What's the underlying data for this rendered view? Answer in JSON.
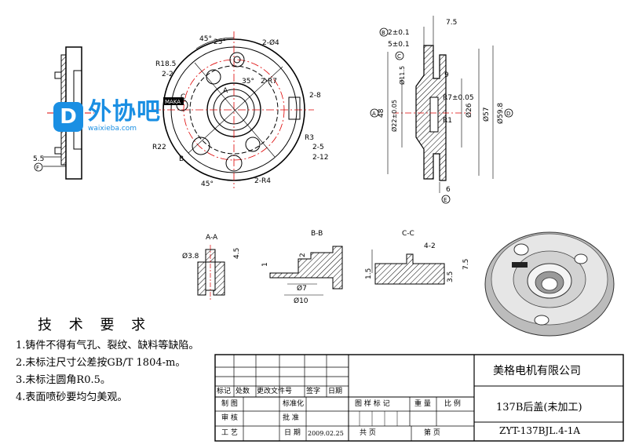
{
  "watermark": {
    "logo_char": "D",
    "name": "外协吧",
    "url": "waixieba.com"
  },
  "requirements": {
    "title": "技 术 要 求",
    "items": [
      "1.铸件不得有气孔、裂纹、缺料等缺陷。",
      "2.未标注尺寸公差按GB/T 1804-m。",
      "3.未标注圆角R0.5。",
      "4.表面喷砂要均匀美观。"
    ]
  },
  "title_block": {
    "company": "美格电机有限公司",
    "part_name": "137B后盖(未加工)",
    "drawing_no": "ZYT-137BJL.4-1A",
    "rev_headers": [
      "标记",
      "处数",
      "更改文件号",
      "签字",
      "日期"
    ],
    "roles": [
      "制 图",
      "审 核",
      "工 艺"
    ],
    "std": "标准化",
    "approve": "批 准",
    "date_label": "日 期",
    "date_value": "2009.02.25",
    "mark_headers": [
      "图 样 标 记",
      "重 量",
      "比 例"
    ],
    "sheets_total": "共    页",
    "sheet_no": "第    页"
  },
  "views": {
    "front_labels": [
      "45°",
      "25°",
      "2-Ø4",
      "R18.5",
      "2-2",
      "35°",
      "2-R7",
      "2-8",
      "MAKA",
      "R22",
      "R3",
      "2-5",
      "2-12",
      "45°",
      "2-R4",
      "B",
      "C",
      "A"
    ],
    "section_titles": [
      "A-A",
      "B-B",
      "C-C"
    ],
    "side_labels": [
      "5.5",
      "F"
    ],
    "right_labels": [
      "7.5",
      "2±0.1",
      "5±0.1",
      "9",
      "Ø11.5",
      "R7±0.05",
      "48",
      "Ø22±0.05",
      "R1",
      "Ø26",
      "Ø57",
      "Ø59.8",
      "6",
      "B",
      "C",
      "A",
      "D",
      "E"
    ],
    "aa_labels": [
      "Ø3.8",
      "4.5"
    ],
    "bb_labels": [
      "1",
      "2",
      "Ø7",
      "Ø10"
    ],
    "cc_labels": [
      "4-2",
      "1.5",
      "3.5",
      "7.5"
    ]
  }
}
